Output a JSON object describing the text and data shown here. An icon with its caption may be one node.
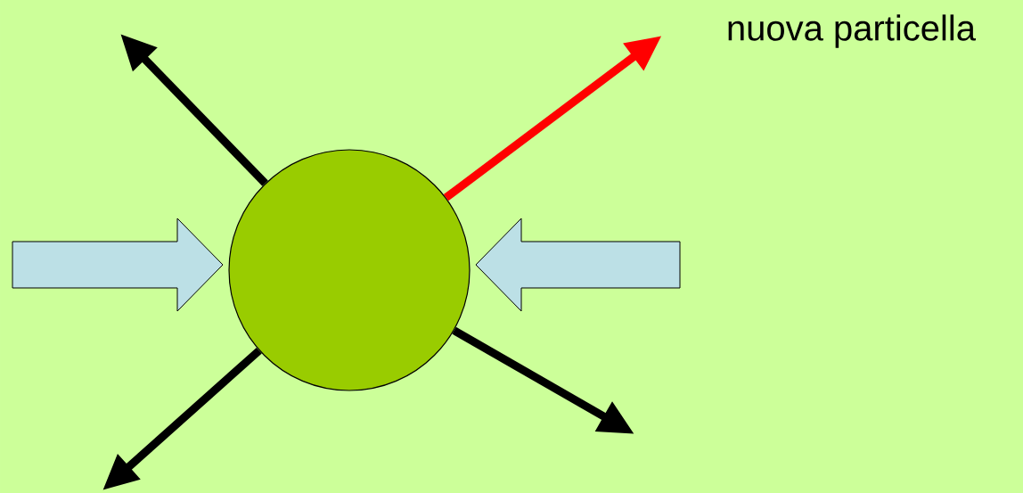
{
  "diagram": {
    "nodes": [
      {
        "text": [],
        "shape": "circle"
      },
      {
        "text": [
          "nuova particella"
        ]
      }
    ],
    "edges": [
      {
        "from": 0,
        "to": null,
        "arrow": "to"
      },
      {
        "from": 0,
        "to": 1,
        "arrow": "to",
        "color": "#ff0000"
      },
      {
        "from": 0,
        "to": null,
        "arrow": "to"
      },
      {
        "from": 0,
        "to": null,
        "arrow": "to"
      },
      {
        "from": null,
        "to": 0,
        "arrow": "to",
        "style": "thick",
        "color": "#bce0e6"
      },
      {
        "from": null,
        "to": 0,
        "arrow": "to",
        "style": "thick",
        "color": "#bce0e6"
      }
    ]
  }
}
